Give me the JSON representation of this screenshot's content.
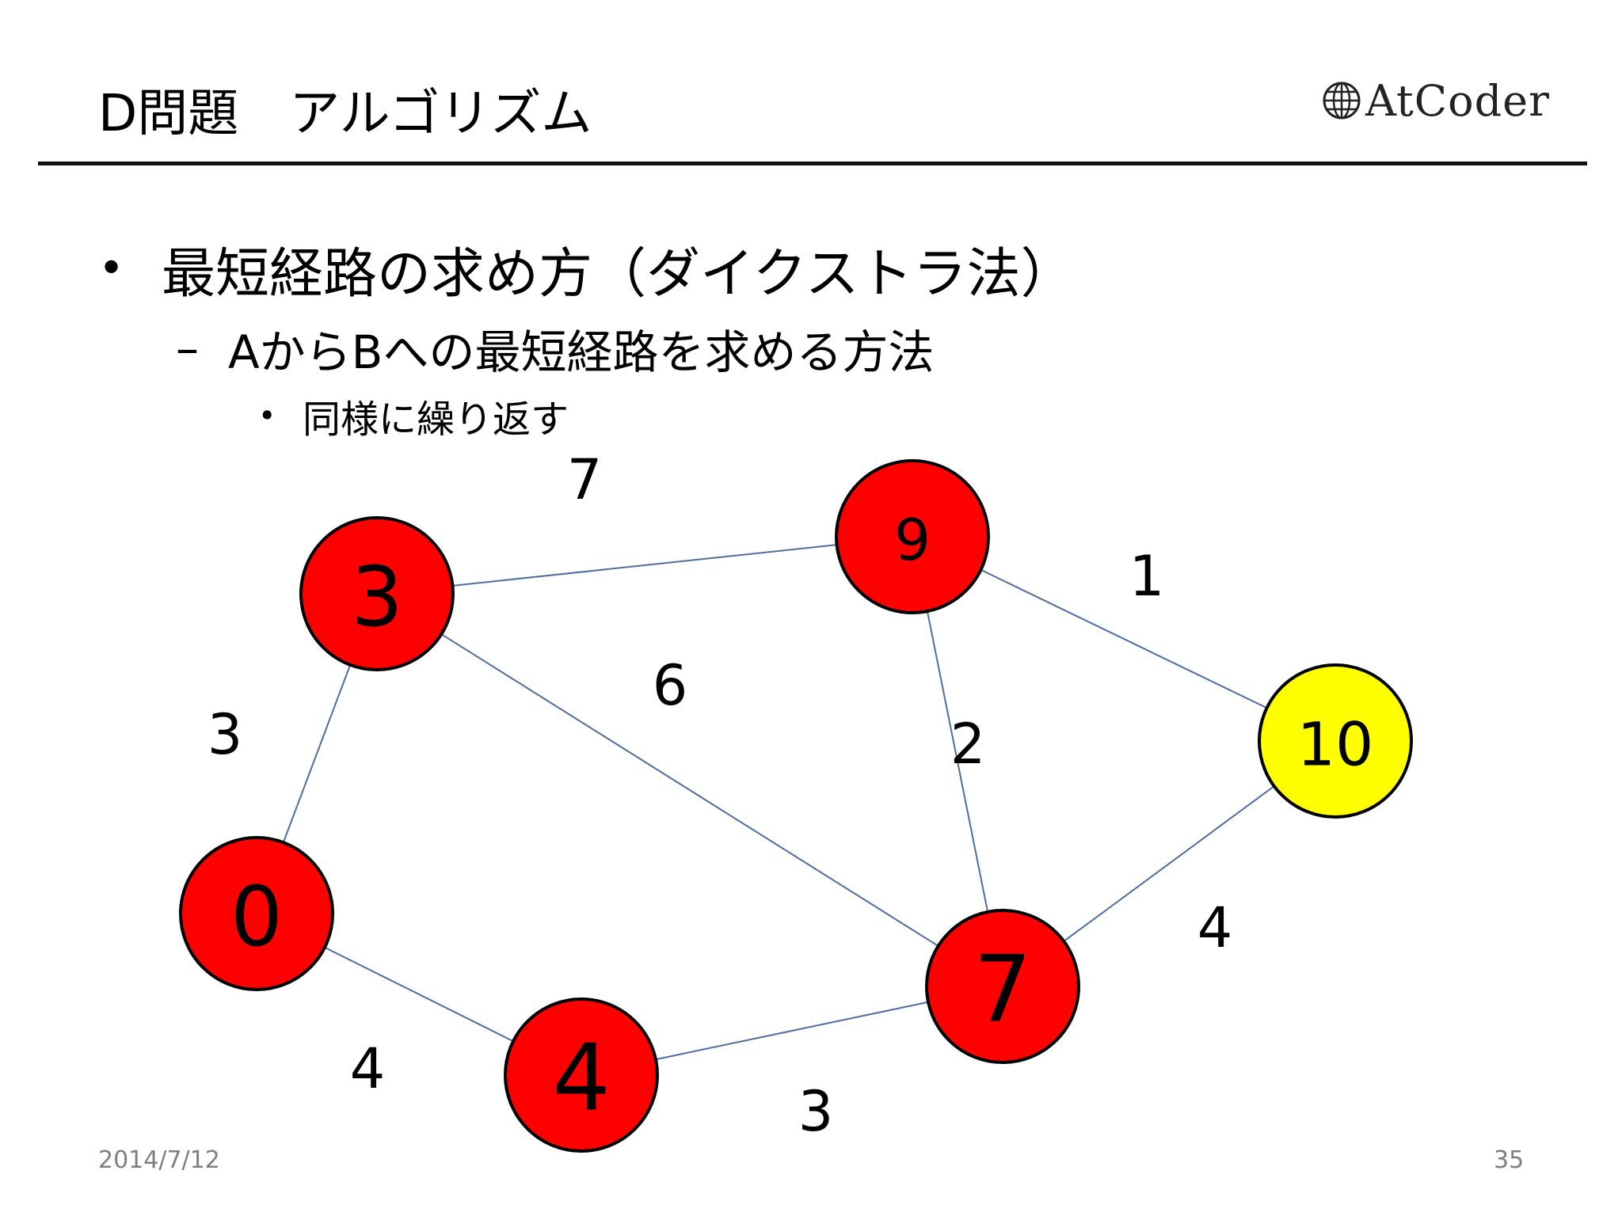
{
  "slide": {
    "title": "D問題　アルゴリズム",
    "logo_text": "AtCoder",
    "bullets": [
      {
        "level": 1,
        "text": "最短経路の求め方（ダイクストラ法）"
      },
      {
        "level": 2,
        "text": "AからBへの最短経路を求める方法"
      },
      {
        "level": 3,
        "text": "同様に繰り返す"
      }
    ],
    "bullet_marks": {
      "level1": "•",
      "level2": "–",
      "level3": "•"
    },
    "footer_date": "2014/7/12",
    "page_number": "35"
  },
  "graph": {
    "nodes": [
      {
        "id": "n3",
        "label": "3",
        "color": "#ff0000"
      },
      {
        "id": "n9",
        "label": "9",
        "color": "#ff0000"
      },
      {
        "id": "n10",
        "label": "10",
        "color": "#ffff00"
      },
      {
        "id": "n0",
        "label": "0",
        "color": "#ff0000"
      },
      {
        "id": "n4",
        "label": "4",
        "color": "#ff0000"
      },
      {
        "id": "n7",
        "label": "7",
        "color": "#ff0000"
      }
    ],
    "edges": [
      {
        "from": "n3",
        "to": "n9",
        "weight": "7"
      },
      {
        "from": "n9",
        "to": "n10",
        "weight": "1"
      },
      {
        "from": "n3",
        "to": "n7",
        "weight": "6"
      },
      {
        "from": "n9",
        "to": "n7",
        "weight": "2"
      },
      {
        "from": "n3",
        "to": "n0",
        "weight": "3"
      },
      {
        "from": "n10",
        "to": "n7",
        "weight": "4"
      },
      {
        "from": "n0",
        "to": "n4",
        "weight": "4"
      },
      {
        "from": "n4",
        "to": "n7",
        "weight": "3"
      }
    ],
    "edge_color": "#4f6e9c",
    "node_stroke": "#000000"
  }
}
